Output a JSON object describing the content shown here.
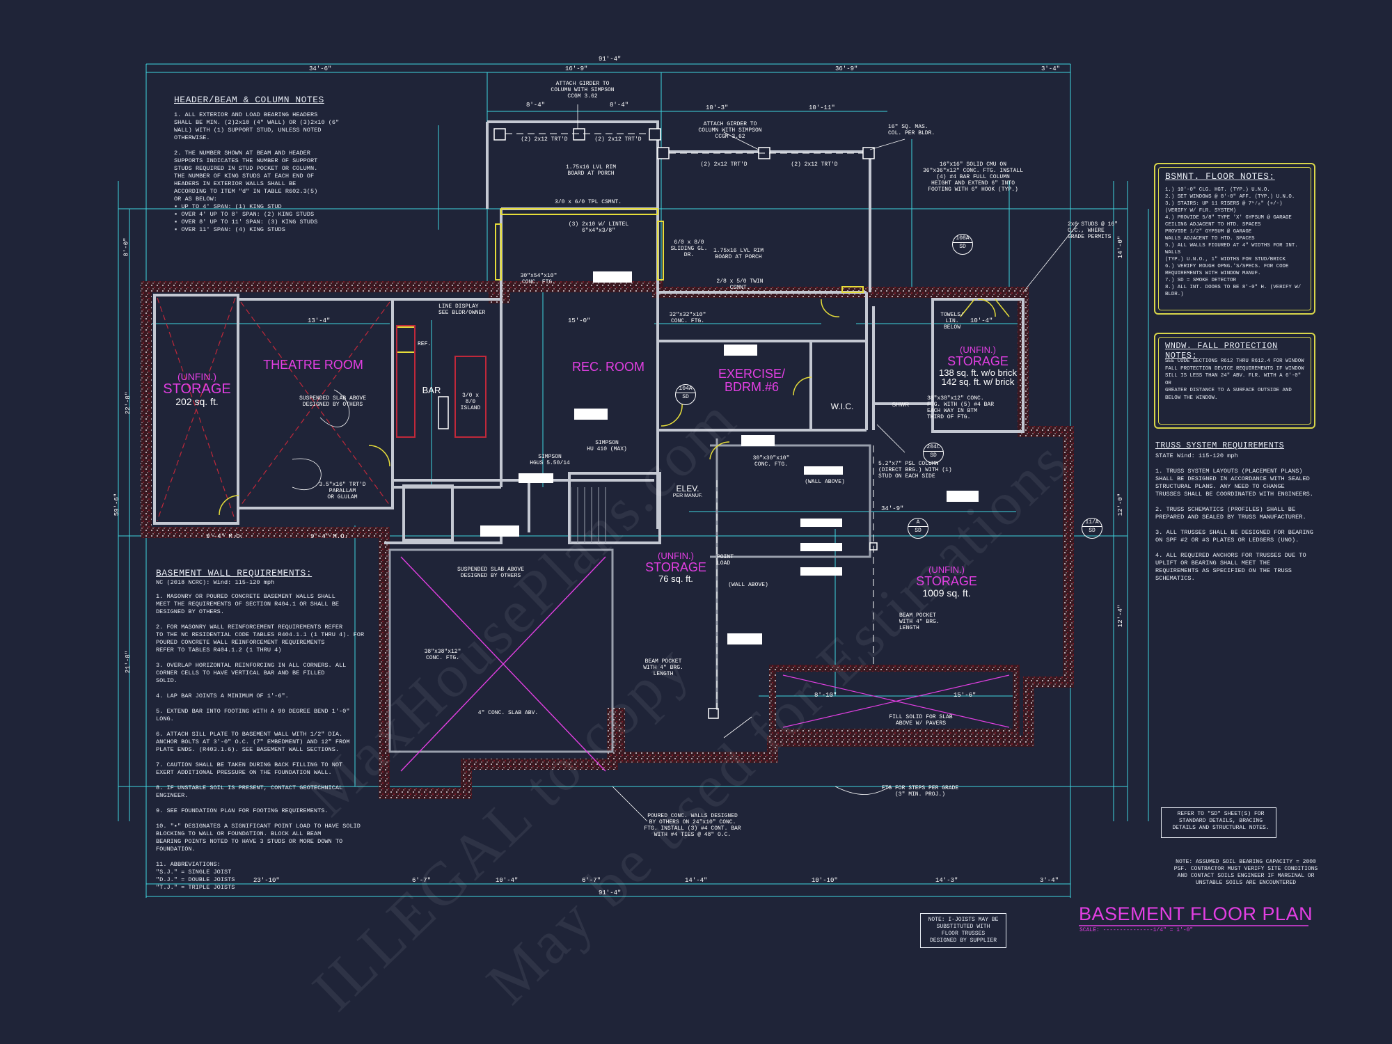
{
  "header_notes": {
    "title": "HEADER/BEAM & COLUMN NOTES",
    "body": "1.   ALL EXTERIOR AND LOAD BEARING HEADERS\n     SHALL BE MIN. (2)2x10 (4\" WALL) OR (3)2x10 (6\"\n     WALL) WITH (1) SUPPORT STUD, UNLESS NOTED\n     OTHERWISE.\n\n2.   THE NUMBER SHOWN AT BEAM AND HEADER\n     SUPPORTS INDICATES THE NUMBER OF SUPPORT\n     STUDS REQUIRED IN STUD POCKET OR COLUMN.\n     THE NUMBER OF KING STUDS AT EACH END OF\n     HEADERS IN EXTERIOR WALLS SHALL BE\n     ACCORDING TO ITEM \"d\" IN TABLE R602.3(5)\n     OR AS BELOW:\n  ▪     UP TO 4' SPAN: (1) KING STUD\n  ▪     OVER 4' UP TO 8' SPAN: (2) KING STUDS\n  ▪     OVER 8' UP TO 11' SPAN: (3) KING STUDS\n  ▪     OVER 11' SPAN: (4) KING STUDS"
  },
  "basement_wall": {
    "title": "BASEMENT WALL REQUIREMENTS:",
    "subtitle": "NC (2018 NCRC): Wind: 115-120 mph",
    "body": "1.   MASONRY OR POURED CONCRETE BASEMENT WALLS SHALL\n     MEET THE REQUIREMENTS OF SECTION R404.1 OR SHALL BE\n     DESIGNED BY OTHERS.\n\n2.   FOR MASONRY WALL REINFORCEMENT REQUIREMENTS REFER\n     TO THE NC RESIDENTIAL CODE TABLES R404.1.1 (1 THRU 4). FOR\n     POURED CONCRETE WALL REINFORCEMENT REQUIREMENTS\n     REFER TO TABLES R404.1.2 (1 THRU 4)\n\n3.   OVERLAP HORIZONTAL REINFORCING IN ALL CORNERS.  ALL\n     CORNER CELLS TO HAVE VERTICAL BAR AND BE FILLED\n     SOLID.\n\n4.   LAP BAR JOINTS A MINIMUM OF 1'-6\".\n\n5.   EXTEND BAR INTO FOOTING WITH A 90 DEGREE BEND 1'-0\"\n     LONG.\n\n6.   ATTACH SILL PLATE TO BASEMENT WALL WITH 1/2\" DIA.\n     ANCHOR BOLTS AT 3'-0\" O.C. (7\" EMBEDMENT) AND 12\" FROM\n     PLATE ENDS. (R403.1.6). SEE BASEMENT WALL SECTIONS.\n\n7.   CAUTION SHALL BE TAKEN DURING BACK FILLING TO NOT\n     EXERT ADDITIONAL PRESSURE ON THE FOUNDATION WALL.\n\n8.   IF UNSTABLE SOIL IS PRESENT, CONTACT GEOTECHNICAL\n     ENGINEER.\n\n9.   SEE FOUNDATION PLAN FOR FOOTING REQUIREMENTS.\n\n10.  \"▪\" DESIGNATES A SIGNIFICANT POINT LOAD TO HAVE SOLID\n     BLOCKING TO WALL OR FOUNDATION.  BLOCK ALL BEAM\n     BEARING POINTS NOTED TO HAVE 3 STUDS OR MORE DOWN TO\n     FOUNDATION.\n\n11.  ABBREVIATIONS:\n        \"S.J.\" = SINGLE JOIST\n        \"D.J.\" = DOUBLE JOISTS\n        \"T.J.\" = TRIPLE JOISTS"
  },
  "bsmnt_floor_notes": {
    "title": "BSMNT. FLOOR NOTES:",
    "body": "1.) 10'-0\" CLG. HGT. (TYP.) U.N.O.\n2.) SET WINDOWS @ 8'-0\" AFF. (TYP.) U.N.O.\n3.) STAIRS: UP 11 RISERS @ 7⁵⁄₈\" (+/-)\n    (VERIFY W/ FLR. SYSTEM)\n4.) PROVIDE 5/8\" TYPE 'X' GYPSUM @ GARAGE\n    CEILING ADJACENT TO HTD. SPACES\n    PROVIDE 1/2\" GYPSUM @ GARAGE\n    WALLS ADJACENT TO HTD. SPACES\n5.) ALL WALLS FIGURED AT 4\" WIDTHS FOR INT. WALLS\n    (TYP.) U.N.O., 1\" WIDTHS FOR STUD/BRICK\n6.) VERIFY ROUGH OPNG.'S/SPECS. FOR CODE\n    REQUIREMENTS WITH WINDOW MANUF.\n7.) SD = SMOKE DETECTOR\n8.) ALL INT. DOORS TO BE 8'-0\" H. (VERIFY W/ BLDR.)"
  },
  "window_fall_notes": {
    "title": "WNDW. FALL PROTECTION NOTES:",
    "body": "SEE CODE SECTIONS R612 THRU R612.4 FOR WINDOW\nFALL PROTECTION DEVICE REQUIREMENTS IF WINDOW\nSILL IS LESS THAN 24\" ABV. FLR. WITH A 6'-0\" OR\nGREATER DISTANCE TO A SURFACE OUTSIDE AND\nBELOW THE WINDOW."
  },
  "truss_system": {
    "title": "TRUSS SYSTEM REQUIREMENTS",
    "subtitle": "STATE Wind: 115-120 mph",
    "body": "1.    TRUSS SYSTEM LAYOUTS (PLACEMENT PLANS)\n      SHALL BE DESIGNED IN ACCORDANCE WITH SEALED\n      STRUCTURAL PLANS. ANY NEED TO  CHANGE\n      TRUSSES SHALL BE COORDINATED  WITH  ENGINEERS.\n\n2.    TRUSS SCHEMATICS (PROFILES) SHALL BE\n      PREPARED AND SEALED BY TRUSS  MANUFACTURER.\n\n3.    ALL TRUSSES SHALL BE DESIGNED FOR  BEARING\n      ON SPF #2 OR #3 PLATES OR LEDGERS  (UNO).\n\n4.    ALL REQUIRED ANCHORS FOR TRUSSES DUE  TO\n      UPLIFT OR BEARING SHALL MEET THE\n      REQUIREMENTS AS SPECIFIED ON THE TRUSS\n      SCHEMATICS."
  },
  "refer_sd": "REFER TO \"SD\" SHEET(S) FOR\nSTANDARD DETAILS, BRACING\nDETAILS AND STRUCTURAL NOTES.",
  "soil_note": "NOTE: ASSUMED SOIL BEARING CAPACITY = 2000\nPSF. CONTRACTOR MUST VERIFY SITE CONDITIONS\nAND CONTACT SOILS ENGINEER IF MARGINAL OR\nUNSTABLE SOILS ARE ENCOUNTERED",
  "ijoist_note": "NOTE: I-JOISTS MAY BE\nSUBSTITUTED WITH\nFLOOR TRUSSES\nDESIGNED BY SUPPLIER",
  "title_block": {
    "title": "BASEMENT FLOOR PLAN",
    "scale": "SCALE: ---------------1/4\" = 1'-0\""
  },
  "rooms": {
    "storage_left": {
      "label1": "(UNFIN.)",
      "label2": "STORAGE",
      "area": "202 sq. ft."
    },
    "theatre": {
      "label": "THEATRE ROOM"
    },
    "bar": {
      "label": "BAR"
    },
    "rec": {
      "label": "REC. ROOM"
    },
    "exercise": {
      "label1": "EXERCISE/",
      "label2": "BDRM.#6"
    },
    "storage_right": {
      "label1": "(UNFIN.)",
      "label2": "STORAGE",
      "area1": "138 sq. ft. w/o brick",
      "area2": "142 sq. ft. w/ brick"
    },
    "storage_mid": {
      "label1": "(UNFIN.)",
      "label2": "STORAGE",
      "area": "76 sq. ft."
    },
    "storage_big": {
      "label1": "(UNFIN.)",
      "label2": "STORAGE",
      "area": "1009 sq. ft."
    },
    "wic": {
      "label": "W.I.C."
    },
    "elev": {
      "label1": "ELEV.",
      "label2": "PER MANUF."
    },
    "shwr": {
      "label": "SHWR"
    }
  },
  "callouts": {
    "girder1": "ATTACH GIRDER TO\nCOLUMN WITH SIMPSON\nCCGM 3.62",
    "girder2": "ATTACH GIRDER TO\nCOLUMN WITH SIMPSON\nCCGM 3.62",
    "masonry_col": "16\" SQ. MAS.\nCOL. PER BLDR.",
    "cmu": "16\"x16\" SOLID CMU ON\n36\"x36\"x12\" CONC. FTG. INSTALL\n(4) #4 BAR FULL COLUMN\nHEIGHT AND EXTEND 6\" INTO\nFOOTING WITH 6\" HOOK (TYP.)",
    "rim1": "1.75x16 LVL RIM\nBOARD AT PORCH",
    "rim2": "1.75x16 LVL RIM\nBOARD AT PORCH",
    "studs": "2x6 STUDS @ 16\"\nO.C., WHERE\nGRADE PERMITS",
    "susp_slab1": "SUSPENDED SLAB ABOVE\nDESIGNED BY OTHERS",
    "susp_slab2": "SUSPENDED SLAB ABOVE\nDESIGNED BY OTHERS",
    "lvl": "3.5\"x16\" TRT'D\nPARALLAM\nOR GLULAM",
    "simpson_hgus": "SIMPSON\nHGUS 5.50/14",
    "simpson_hu": "SIMPSON\nHU 410 (MAX)",
    "psl": "5.2\"x7\" PSL COLUMN\n(DIRECT BRG.) WITH (1)\nSTUD ON EACH SIDE",
    "ftg38": "38\"x38\"x12\" CONC.\nFTG. WITH (5) #4 BAR\nEACH WAY IN BTM\nTHIRD OF FTG.",
    "beam_pocket1": "BEAM POCKET\nWITH 4\" BRG.\nLENGTH",
    "beam_pocket2": "BEAM POCKET\nWITH 4\" BRG.\nLENGTH",
    "poured": "POURED CONC. WALLS DESIGNED\nBY OTHERS ON 24\"x10\" CONC.\nFTG. INSTALL (3) #4 CONT. BAR\nWITH #4 TIES @ 48\" O.C.",
    "slab4": "4\" CONC. SLAB ABV.",
    "fill_solid": "FILL SOLID FOR SLAB\nABOVE W/ PAVERS",
    "steps": "FTG FOR STEPS PER GRADE\n(3\" MIN. PROJ.)",
    "wall_above1": "(WALL ABOVE)",
    "wall_above2": "(WALL ABOVE)",
    "point_load": "POINT\nLOAD",
    "line_display": "LINE DISPLAY\nSEE BLDR/OWNER",
    "ref": "REF.",
    "island": "3/0 x 8/0\nISLAND",
    "towels": "TOWELS/\nLIN. BELOW",
    "lintel": "(3) 2x10 W/ LINTEL\n6\"x4\"x3/8\"",
    "csmnt": "3/0 x 6/0 TPL CSMNT.",
    "twin_csmnt": "2/8 x 5/0 TWIN CSMNT.",
    "sliding": "6/0 x 8/0\nSLIDING GL. DR.",
    "conc_ftg_30_54": "30\"x54\"x10\"\nCONC. FTG.",
    "conc_ftg_32": "32\"x32\"x10\"\nCONC. FTG.",
    "conc_ftg_30": "30\"x30\"x10\"\nCONC. FTG.",
    "conc_ftg_36": "38\"x38\"x12\"\nCONC. FTG.",
    "header1": "(2) 2x12 TRT'D",
    "header2": "(2) 2x12 TRT'D",
    "header3": "(2) 2x12 TRT'D",
    "header4": "(2) 2x12 TRT'D"
  },
  "tags": [
    {
      "top": "104A",
      "bottom": "SD"
    },
    {
      "top": "108A",
      "bottom": "SD"
    },
    {
      "top": "204C",
      "bottom": "SD"
    },
    {
      "top": "A",
      "bottom": "SD"
    },
    {
      "top": "11/A",
      "bottom": "SD"
    }
  ],
  "dimensions": {
    "top_total": "91'-4\"",
    "top_1": "34'-6\"",
    "top_2": "16'-9\"",
    "top_3": "36'-9\"",
    "top_4": "3'-4\"",
    "top_5": "8'-4\"",
    "top_6": "8'-4\"",
    "top_7": "10'-3\"",
    "top_8": "10'-11\"",
    "bottom_total": "91'-4\"",
    "bottom_1": "23'-10\"",
    "bottom_2": "6'-7\"",
    "bottom_3": "10'-4\"",
    "bottom_4": "6'-7\"",
    "bottom_5": "14'-4\"",
    "bottom_6": "10'-10\"",
    "bottom_7": "14'-3\"",
    "bottom_8": "3'-4\"",
    "left_total": "59'-6\"",
    "left_1": "8'-0\"",
    "left_2": "22'-8\"",
    "left_3": "21'-8\"",
    "right_1": "14'-0\"",
    "right_2": "12'-0\"",
    "right_3": "12'-4\"",
    "mid_1": "13'-4\"",
    "mid_2": "15'-0\"",
    "mid_3": "10'-4\"",
    "mid_4": "34'-9\"",
    "mid_5": "15'-6\"",
    "mid_6": "8'-10\"",
    "mid_7": "9'-4\" M.O.",
    "mid_8": "9'-4\" M.O."
  },
  "watermarks": [
    "ILLEGAL to copy",
    "MaxHousePlans.com",
    "May be used for Estimations"
  ],
  "colors": {
    "background": "#1f2438",
    "dimension_line": "#3fd6e0",
    "wall": "#b8bcc6",
    "foundation": "#c0283a",
    "room_label": "#e33fe3",
    "notes_box": "#d9d64a",
    "text": "#e8ecf4"
  }
}
